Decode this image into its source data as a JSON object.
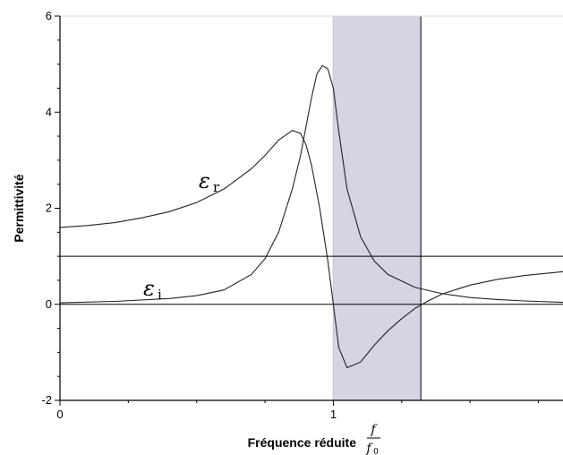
{
  "chart_data": {
    "type": "line",
    "xlabel": "Fréquence réduite",
    "xlabel_fraction": {
      "numerator": "f",
      "denominator": "f",
      "denominator_sub": "0"
    },
    "ylabel": "Permittivité",
    "xlim": [
      0,
      1.84
    ],
    "ylim": [
      -2,
      6
    ],
    "x_ticks": [
      0,
      1
    ],
    "y_ticks": [
      -2,
      0,
      2,
      4,
      6
    ],
    "grid": true,
    "shaded_band": {
      "x_start": 1.0,
      "x_end": 1.32,
      "color": "#d4d4e4"
    },
    "reference_lines": [
      {
        "name": "zero",
        "y": 0
      },
      {
        "name": "one",
        "y": 1
      }
    ],
    "series": [
      {
        "name": "εr",
        "symbol": "ε",
        "subscript": "r",
        "x": [
          0,
          0.1,
          0.2,
          0.3,
          0.4,
          0.5,
          0.6,
          0.7,
          0.75,
          0.8,
          0.85,
          0.88,
          0.9,
          0.92,
          0.95,
          0.98,
          1.0,
          1.02,
          1.05,
          1.1,
          1.15,
          1.2,
          1.25,
          1.3,
          1.35,
          1.4,
          1.5,
          1.6,
          1.7,
          1.84
        ],
        "values": [
          1.6,
          1.64,
          1.7,
          1.8,
          1.93,
          2.12,
          2.4,
          2.82,
          3.1,
          3.42,
          3.62,
          3.56,
          3.32,
          2.9,
          2.0,
          0.9,
          0.0,
          -0.9,
          -1.32,
          -1.2,
          -0.85,
          -0.55,
          -0.3,
          -0.08,
          0.08,
          0.22,
          0.4,
          0.52,
          0.6,
          0.68
        ]
      },
      {
        "name": "εi",
        "symbol": "ε",
        "subscript": "i",
        "x": [
          0,
          0.2,
          0.4,
          0.5,
          0.6,
          0.7,
          0.75,
          0.8,
          0.85,
          0.88,
          0.9,
          0.92,
          0.94,
          0.96,
          0.98,
          1.0,
          1.02,
          1.05,
          1.1,
          1.15,
          1.2,
          1.3,
          1.4,
          1.5,
          1.6,
          1.7,
          1.84
        ],
        "values": [
          0.03,
          0.06,
          0.12,
          0.18,
          0.3,
          0.62,
          0.95,
          1.5,
          2.4,
          3.1,
          3.7,
          4.3,
          4.8,
          4.97,
          4.9,
          4.5,
          3.6,
          2.4,
          1.4,
          0.9,
          0.62,
          0.35,
          0.22,
          0.14,
          0.1,
          0.07,
          0.04
        ]
      }
    ]
  }
}
